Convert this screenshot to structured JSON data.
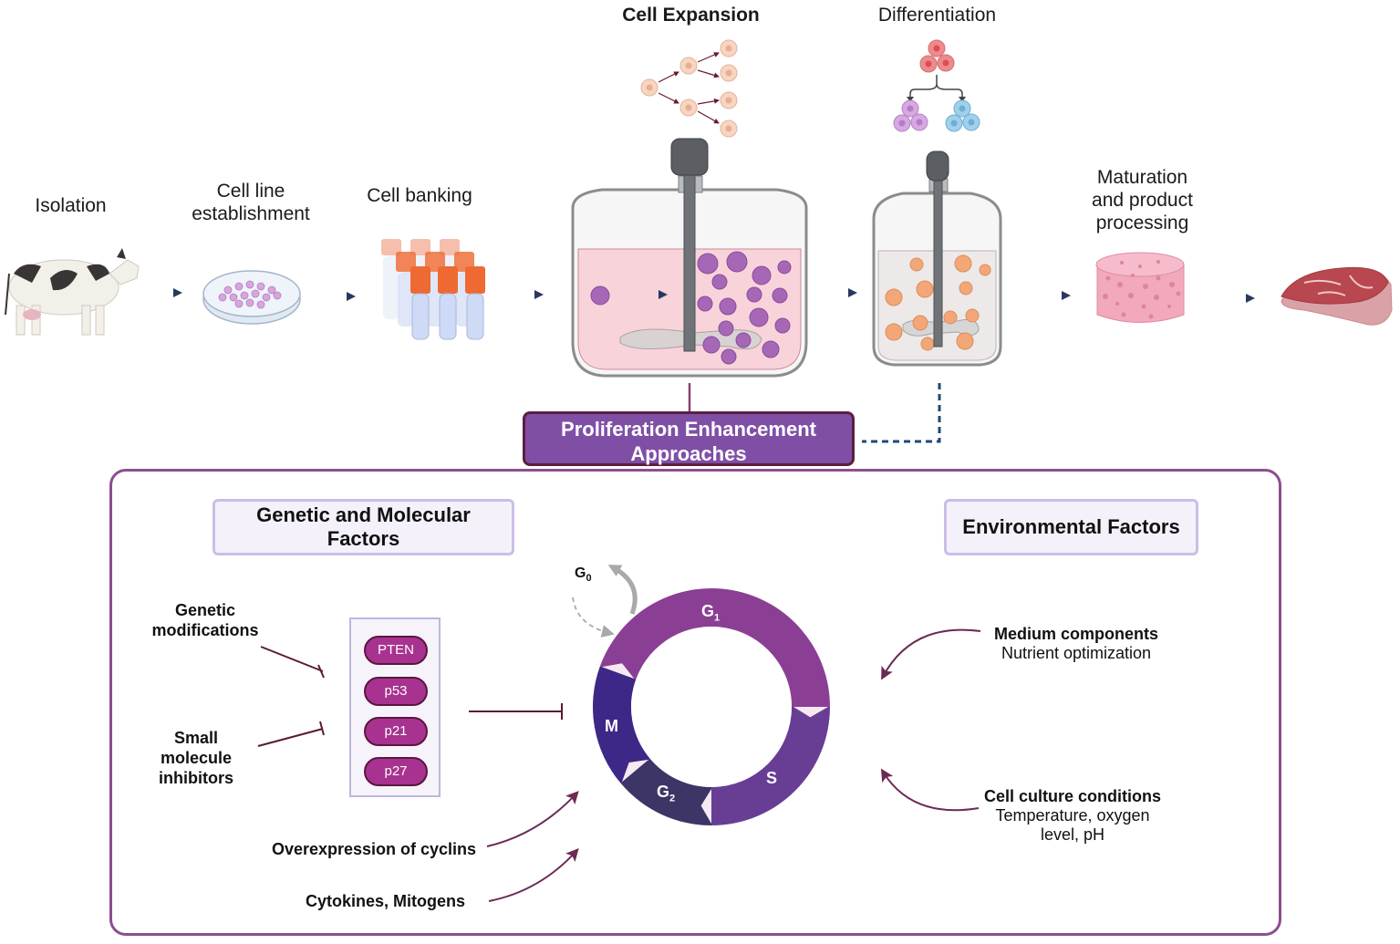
{
  "pipeline": {
    "stages": [
      {
        "id": "isolation",
        "label": "Isolation",
        "icon": "cow-icon"
      },
      {
        "id": "cell-line",
        "label": "Cell line establishment",
        "label_lines": [
          "Cell line",
          "establishment"
        ],
        "icon": "petri-dish-icon"
      },
      {
        "id": "cell-banking",
        "label": "Cell banking",
        "icon": "cryovials-icon"
      },
      {
        "id": "cell-expansion",
        "label": "Cell Expansion",
        "icon": "bioreactor-icon",
        "emphasis": "bold"
      },
      {
        "id": "differentiation",
        "label": "Differentiation",
        "icon": "bioreactor-icon"
      },
      {
        "id": "maturation",
        "label": "Maturation and product processing",
        "label_lines": [
          "Maturation",
          "and product",
          "processing"
        ],
        "icon": "scaffold-icon"
      },
      {
        "id": "product",
        "label": "",
        "icon": "steak-icon"
      }
    ]
  },
  "proliferation": {
    "title_lines": [
      "Proliferation Enhancement",
      "Approaches"
    ]
  },
  "genetic": {
    "title_lines": [
      "Genetic and Molecular",
      "Factors"
    ],
    "inputs": {
      "genetic_mod": [
        "Genetic",
        "modifications"
      ],
      "small_mol": [
        "Small",
        "molecule",
        "inhibitors"
      ]
    },
    "targets": [
      "PTEN",
      "p53",
      "p21",
      "p27"
    ],
    "promoters": [
      "Overexpression of cyclins",
      "Cytokines, Mitogens"
    ]
  },
  "cell_cycle": {
    "phases": [
      {
        "name": "G",
        "sub": "1",
        "color": "#8b3f94"
      },
      {
        "name": "S",
        "sub": "",
        "color": "#683e95"
      },
      {
        "name": "G",
        "sub": "2",
        "color": "#3c3566"
      },
      {
        "name": "M",
        "sub": "",
        "color": "#3d2787"
      }
    ],
    "g0": {
      "name": "G",
      "sub": "0"
    }
  },
  "environmental": {
    "title": "Environmental Factors",
    "items": [
      {
        "title": "Medium components",
        "detail_lines": [
          "Nutrient optimization"
        ]
      },
      {
        "title": "Cell culture conditions",
        "detail_lines": [
          "Temperature, oxygen",
          "level, pH"
        ]
      }
    ]
  },
  "colors": {
    "arrow": "#273a5e",
    "inhibit": "#5a1a37",
    "panel_border": "#8b4f8f",
    "prolif_fill": "#7f4fa6",
    "factor_fill": "#f5f1fb",
    "factor_border": "#cdbde6",
    "pill": "#a8328f"
  }
}
